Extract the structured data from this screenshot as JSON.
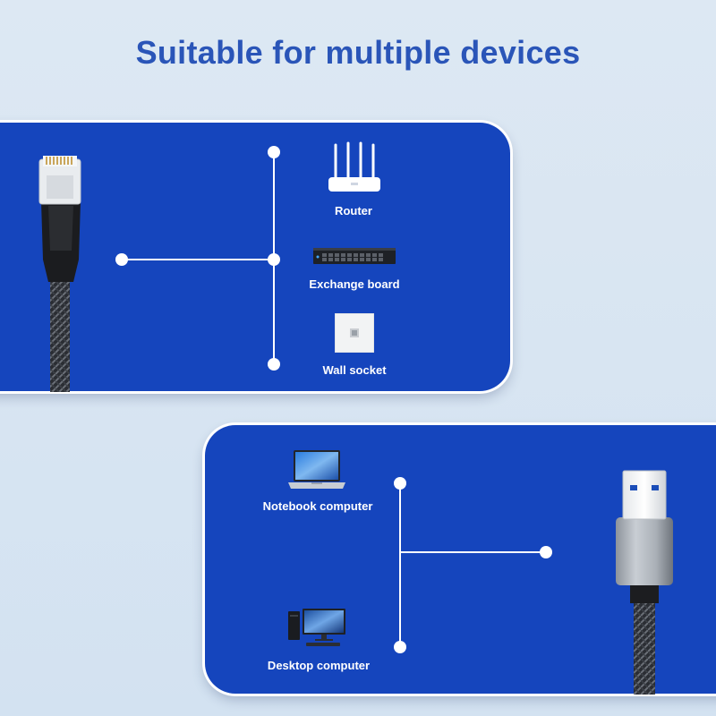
{
  "title": "Suitable for multiple devices",
  "top_panel": {
    "connector_icon": "rj45-ethernet-plug-icon",
    "devices": [
      {
        "label": "Router",
        "icon": "router-icon"
      },
      {
        "label": "Exchange board",
        "icon": "network-switch-icon"
      },
      {
        "label": "Wall socket",
        "icon": "wall-socket-icon"
      }
    ]
  },
  "bottom_panel": {
    "connector_icon": "usb-a-plug-icon",
    "devices": [
      {
        "label": "Notebook computer",
        "icon": "laptop-icon"
      },
      {
        "label": "Desktop computer",
        "icon": "desktop-computer-icon"
      }
    ]
  },
  "colors": {
    "panel": "#1545bd",
    "title": "#2a55b8",
    "background": "#dde8f3"
  }
}
